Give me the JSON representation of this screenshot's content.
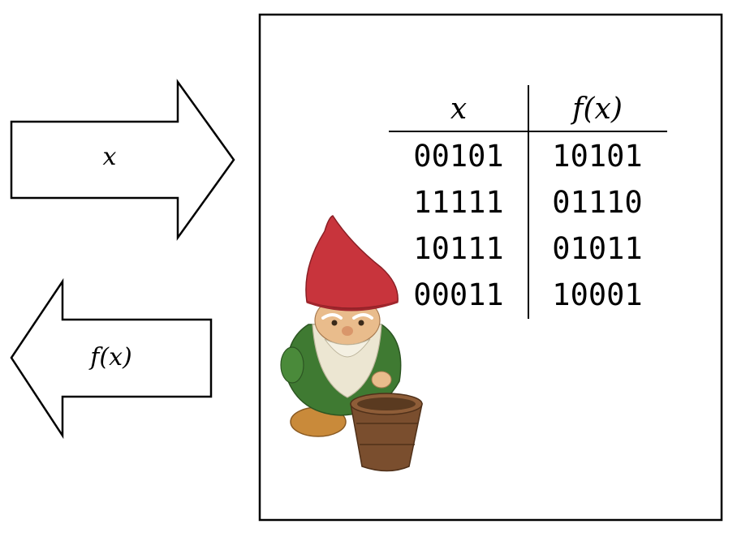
{
  "input_arrow": {
    "label": "x"
  },
  "output_arrow": {
    "label": "f(x)"
  },
  "table": {
    "headers": [
      "x",
      "f(x)"
    ],
    "rows": [
      [
        "00101",
        "10101"
      ],
      [
        "11111",
        "01110"
      ],
      [
        "10111",
        "01011"
      ],
      [
        "00011",
        "10001"
      ]
    ]
  },
  "colors": {
    "stroke": "#000000",
    "gnome_hat": "#c8343c",
    "gnome_coat": "#3f7a32",
    "gnome_beard": "#ece6d2",
    "gnome_skin": "#e9bc8c",
    "bucket": "#7a4e2e"
  }
}
